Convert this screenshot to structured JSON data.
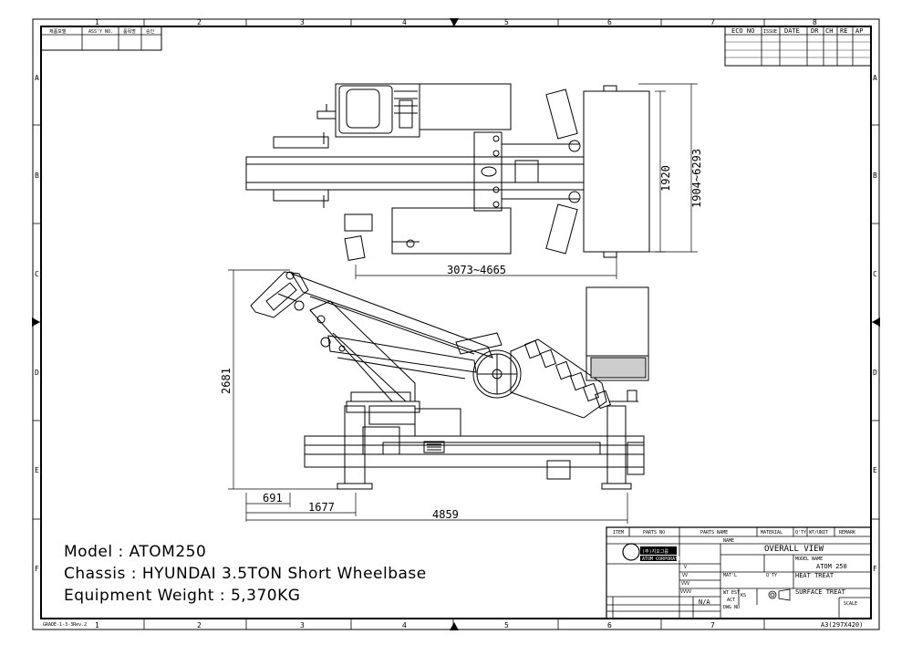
{
  "columns": [
    "1",
    "2",
    "3",
    "4",
    "5",
    "6",
    "7",
    "8"
  ],
  "rows": [
    "A",
    "B",
    "C",
    "D",
    "E",
    "F"
  ],
  "revision_block": {
    "labels": [
      "ECO NO",
      "ISSUE",
      "DATE",
      "DR",
      "CH",
      "RE",
      "AP"
    ]
  },
  "top_left_block": {
    "labels": [
      "제품모델",
      "ASS'Y NO.",
      "품목명",
      "승인"
    ]
  },
  "dimensions": {
    "top_width_1920": "1920",
    "top_width_range": "1904~6293",
    "top_length_range": "3073~4665",
    "side_height": "2681",
    "side_691": "691",
    "side_1677": "1677",
    "side_4859": "4859"
  },
  "info": {
    "model": "Model : ATOM250",
    "chassis": "Chassis : HYUNDAI 3.5TON Short Wheelbase",
    "weight": "Equipment Weight : 5,370KG"
  },
  "title_block": {
    "header": [
      "ITEM",
      "PARTS NO",
      "PARTS NAME",
      "MATERIAL",
      "Q'TY",
      "WT/UNIT",
      "REMARK"
    ],
    "name_label": "NAME",
    "name_value": "OVERALL VIEW",
    "model_name_label": "MODEL NAME",
    "model_name_value": "ATOM 250",
    "heat_treat": "HEAT TREAT",
    "surface_treat": "SURFACE TREAT",
    "scale_label": "SCALE",
    "matl_label": "MAT'L",
    "qty_label": "Q'TY",
    "wt_est": "WT EST",
    "wt_act": "ACT",
    "na": "N/A",
    "dwg_no": "DWG NO",
    "ks": "KS",
    "company": "(주)지오그룹",
    "company_sub": "ATOM CORPORATION",
    "tol_labels": [
      "V",
      "VV",
      "VVV",
      "VVVV"
    ]
  },
  "footer": {
    "left_code": "GRADE-1-3-3Rev.2",
    "sheet": "A3(297X420)"
  }
}
